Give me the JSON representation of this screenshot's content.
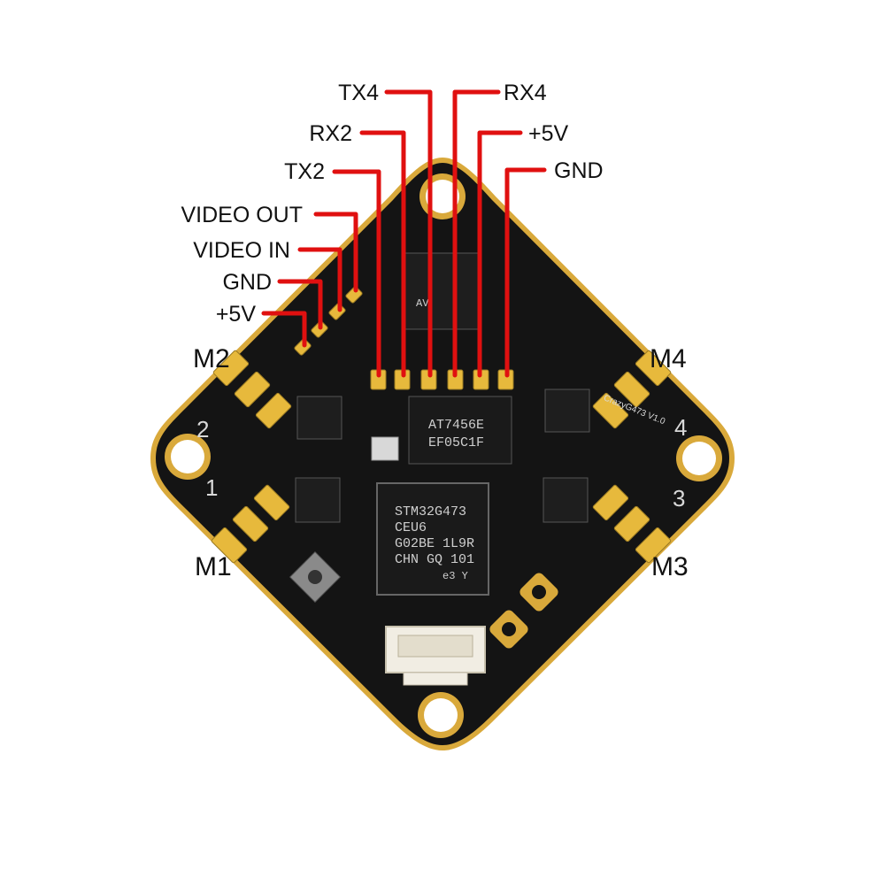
{
  "top_labels": {
    "tx4": "TX4",
    "rx4": "RX4",
    "rx2": "RX2",
    "plus5v_right": "+5V",
    "tx2": "TX2",
    "gnd_right": "GND"
  },
  "left_labels": {
    "video_out": "VIDEO OUT",
    "video_in": "VIDEO IN",
    "gnd_left": "GND",
    "plus5v_left": "+5V"
  },
  "motor_labels": {
    "m1": "M1",
    "m2": "M2",
    "m3": "M3",
    "m4": "M4"
  },
  "corner_numbers": {
    "n1": "1",
    "n2": "2",
    "n3": "3",
    "n4": "4"
  },
  "chips": {
    "mcu_lines": [
      "STM32G473",
      "CEU6",
      "G02BE 1L9R",
      "CHN GQ 101"
    ],
    "mcu_mark": "e3 Y",
    "osd_lines": [
      "AT7456E",
      "EF05C1F"
    ],
    "top_chip": "AV"
  },
  "board_silk": {
    "version": "CrazyG473 V1.0"
  },
  "colors": {
    "board": "#141414",
    "board_edge": "#d9a93b",
    "pad": "#e7b93c",
    "wire": "#e01010",
    "label": "#111111"
  }
}
